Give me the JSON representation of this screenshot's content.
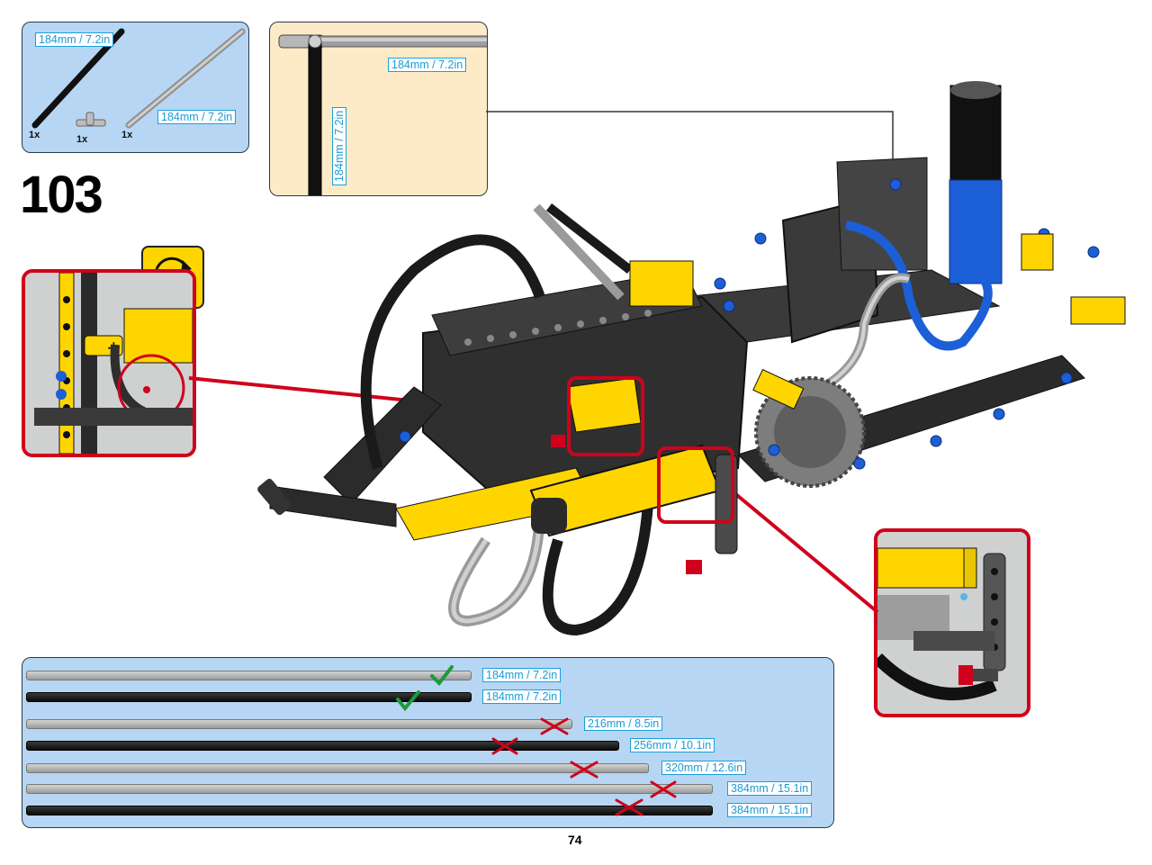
{
  "parts_panel": {
    "items": [
      {
        "qty": "1x",
        "label": "184mm / 7.2in",
        "icon": "black-tube-icon"
      },
      {
        "qty": "1x",
        "icon": "t-connector-icon"
      },
      {
        "qty": "1x",
        "label": "184mm / 7.2in",
        "icon": "gray-tube-icon"
      }
    ]
  },
  "subassembly_panel": {
    "horizontal_label": "184mm / 7.2in",
    "vertical_label": "184mm / 7.2in"
  },
  "step_number": "103",
  "page_number": "74",
  "length_guide": {
    "rows": [
      {
        "color": "gray",
        "label": "184mm / 7.2in",
        "mark": "check"
      },
      {
        "color": "black",
        "label": "184mm / 7.2in",
        "mark": "check"
      },
      {
        "color": "gray",
        "label": "216mm / 8.5in",
        "mark": "cross"
      },
      {
        "color": "black",
        "label": "256mm / 10.1in",
        "mark": "cross"
      },
      {
        "color": "gray",
        "label": "320mm / 12.6in",
        "mark": "cross"
      },
      {
        "color": "gray",
        "label": "384mm / 15.1in",
        "mark": "cross"
      },
      {
        "color": "black",
        "label": "384mm / 15.1in",
        "mark": "cross"
      }
    ]
  },
  "colors": {
    "panel_blue": "#b7d6f3",
    "panel_cream": "#fdebc8",
    "callout_red": "#d0021b",
    "label_cyan": "#1a9bd6",
    "lego_yellow": "#ffd500",
    "lego_blue": "#1c5fd6"
  }
}
